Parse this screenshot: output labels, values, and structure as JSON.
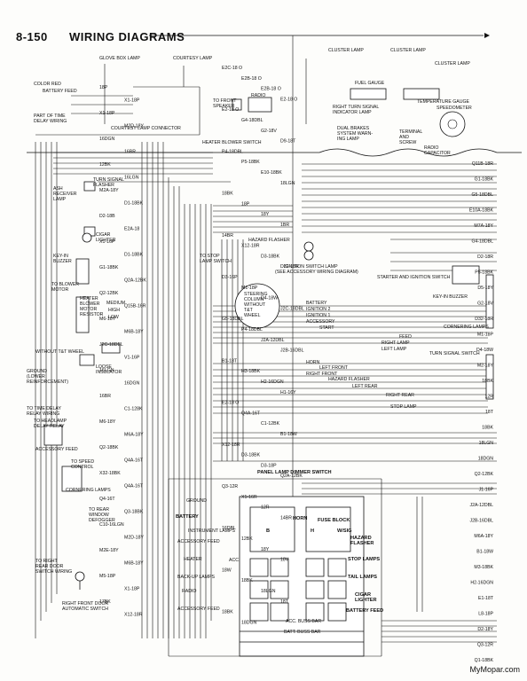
{
  "header": {
    "page_number": "8-150",
    "title": "WIRING DIAGRAMS"
  },
  "credit": "MyMopar.com",
  "labels": {
    "glove_box_lamp": "GLOVE BOX LAMP",
    "courtesy_lamp": "COURTESY LAMP",
    "cluster_lamp_1": "CLUSTER LAMP",
    "cluster_lamp_2": "CLUSTER LAMP",
    "cluster_lamp_3": "CLUSTER LAMP",
    "fuel_gauge": "FUEL GAUGE",
    "temperature_gauge": "TEMPERATURE GAUGE",
    "color_red": "COLOR RED",
    "battery_feed_top": "BATTERY FEED",
    "part_of_time_delay": "PART OF TIME\nDELAY WIRING",
    "to_front_speaker": "TO FRONT\nSPEAKER",
    "radio": "RADIO",
    "right_turn_signal_indicator": "RIGHT TURN SIGNAL\nINDICATOR LAMP",
    "courtesy_lamp_connector": "COURTESY LAMP CONNECTOR",
    "dual_brakes_warning": "DUAL BRAKES\nSYSTEM WARN-\nING LAMP",
    "speedometer": "SPEEDOMETER",
    "terminal_and_screw": "TERMINAL\nAND\nSCREW",
    "radio_capacitor": "RADIO\nCAPACITOR",
    "heater_blower_switch": "HEATER BLOWER SWITCH",
    "ash_receiver_lamp": "ASH\nRECEIVER\nLAMP",
    "turn_signal_flasher": "TURN SIGNAL\nFLASHER",
    "cigar_lighter": "CIGAR\nLIGHTER",
    "key_in_buzzer_left": "KEY-IN\nBUZZER",
    "to_blower_motor": "TO BLOWER\nMOTOR",
    "heater_blower_resistor": "HEATER\nBLOWER\nMOTOR\nRESISTOR",
    "hazard_flasher": "HAZARD FLASHER",
    "to_stop_lamp_switch": "TO STOP\nLAMP SWITCH",
    "ignition_switch_lamp": "IGNITION SWITCH LAMP",
    "see_accessory": "(SEE ACCESSORY WIRING DIAGRAM)",
    "starter_and_ignition_switch": "STARTER AND IGNITION SWITCH",
    "key_in_buzzer_right": "KEY-IN BUZZER",
    "steering_column": "STEERING\nCOLUMN\nWITHOUT\nT&T\nWHEEL",
    "cornering_lamps": "CORNERING LAMPS",
    "turn_signal_switch": "TURN SIGNAL SWITCH",
    "without_tt_wheel": "WITHOUT T&T WHEEL",
    "loose_insulator": "LOOSE\nINSULATOR",
    "ground_lower": "GROUND\n(LOWER\nREINFORCEMENT)",
    "to_time_delay": "TO TIME DELAY\nRELAY WIRING",
    "to_headlamp_delay": "TO HEADLAMP\nDELAY RELAY",
    "accessory_feed_left": "ACCESSORY FEED",
    "to_speed_control": "TO SPEED\nCONTROL",
    "cornering_lamps_left": "CORNERING LAMPS",
    "to_rear_window_defogger": "TO REAR\nWINDOW\nDEFOGGER",
    "panel_lamp_dimmer": "PANEL LAMP DIMMER SWITCH",
    "ground_fb": "GROUND",
    "horn": "HORN",
    "battery": "BATTERY",
    "fuse_block": "FUSE BLOCK",
    "instrument_lamps": "INSTRUMENT LAMPS",
    "accessory_feed_fb": "ACCESSORY FEED",
    "hazard_flasher_fb": "HAZARD\nFLASHER",
    "heater": "HEATER",
    "acc": "ACC.",
    "stop_lamps": "STOP LAMPS",
    "back_up_lamps": "BACK-UP LAMPS",
    "tail_lamps": "TAIL LAMPS",
    "radio_fb": "RADIO",
    "cigar_lighter_fb": "CIGAR\nLIGHTER",
    "accessory_feed_fb2": "ACCESSORY FEED",
    "battery_feed_fb": "BATTERY FEED",
    "acc_buss_bar": "ACC. BUSS BAR",
    "batt_buss_bar": "BATT. BUSS BAR",
    "to_right_rear_door": "TO RIGHT\nREAR DOOR\nSWITCH WIRING",
    "right_front_door": "RIGHT FRONT DOOR\nAUTOMATIC SWITCH",
    "horn_wire": "HORN",
    "left_front": "LEFT FRONT",
    "right_front": "RIGHT FRONT",
    "hazard_flasher_w": "HAZARD FLASHER",
    "left_rear": "LEFT REAR",
    "right_rear": "RIGHT REAR",
    "stop_lamp": "STOP LAMP",
    "battery_w": "BATTERY",
    "ignition_2": "IGNITION 2",
    "ignition_1": "IGNITION 1",
    "accessory_w": "ACCESSORY",
    "start_w": "START",
    "feed": "FEED",
    "right_lamp": "RIGHT LAMP",
    "left_lamp": "LEFT LAMP",
    "medium": "MEDIUM",
    "high": "HIGH",
    "low": "LOW"
  },
  "wire_codes": {
    "left": [
      "18P",
      "X1-18P",
      "X1-18P",
      "M2D-18Y",
      "16DGN",
      "16BR",
      "12BK",
      "16LGN",
      "M2A-18Y",
      "D1-18BK",
      "D2-18B",
      "E2A-18",
      "X1-16P",
      "D1-18BK",
      "G1-18BK",
      "Q2A-12BK",
      "Q2-12BK",
      "Q15B-16R",
      "M6-18Y",
      "M6B-18Y",
      "J2C-18DBL",
      "V1-16P",
      "16LGN",
      "16DGN",
      "16BR",
      "C1-128K",
      "M6-18Y",
      "M6A-18Y",
      "Q2-18BK",
      "Q4A-16T",
      "X32-18BK",
      "Q4A-16T",
      "Q4-16T",
      "Q3-18BK",
      "C10-16LGN",
      "M2D-18Y",
      "M2E-18Y",
      "M6B-18Y",
      "M5-18P",
      "X1-18P",
      "17BK",
      "X12-18R"
    ],
    "right": [
      "Q11B-18R",
      "G1-18BK",
      "G5-18DBL",
      "E10A-18BK",
      "M7A-18Y",
      "G4-18DBL",
      "D2-18R",
      "P5-18BK",
      "D5-18Y",
      "G2-18V",
      "D32-18R",
      "M1-18P",
      "D4-18W",
      "M2-18Y",
      "18BK",
      "12R",
      "18T",
      "18BK",
      "18LGN",
      "18DGN",
      "Q2-12BK",
      "J1-16P",
      "J2A-12DBL",
      "J2B-16DBL",
      "M6A-18Y",
      "B1-18W",
      "M3-18BK",
      "H2-16DGN",
      "E1-18T",
      "L8-18P",
      "D2-18Y",
      "Q3-12R",
      "Q1-18BK"
    ],
    "mid": [
      "E2C-18 O",
      "E2B-18 O",
      "E2B-18 O",
      "E2-18 O",
      "E2-18 O",
      "G4-18DBL",
      "G2-18V",
      "D9-18T",
      "P4-18DBL",
      "P5-18BK",
      "E10-18BK",
      "18LGN",
      "18BK",
      "18P",
      "18Y",
      "1BR",
      "14BR",
      "X12-18R",
      "D3-18BK",
      "D32-18R",
      "D3-16P",
      "M1-18P",
      "D4-18W",
      "J2C-18DBL",
      "G5-18DBL",
      "P4-18DBL",
      "J2A-12DBL",
      "J2B-16DBL",
      "B1-18T",
      "H3-18BK",
      "H2-16DGN",
      "H1-16Y",
      "E2-18 O",
      "Q4A-16T",
      "C1-12BK",
      "B1-18W",
      "X12-18R",
      "D3-18BK",
      "D3-18P",
      "Q2A-12BK",
      "Q3-12R",
      "X1-16R",
      "12R",
      "14BR",
      "16DBL",
      "12BK",
      "18Y",
      "18V",
      "18W",
      "18BK",
      "18LGN",
      "18T",
      "18BK",
      "18DGN"
    ]
  },
  "fuse_letters": [
    "B",
    "H",
    "W/SIG"
  ]
}
